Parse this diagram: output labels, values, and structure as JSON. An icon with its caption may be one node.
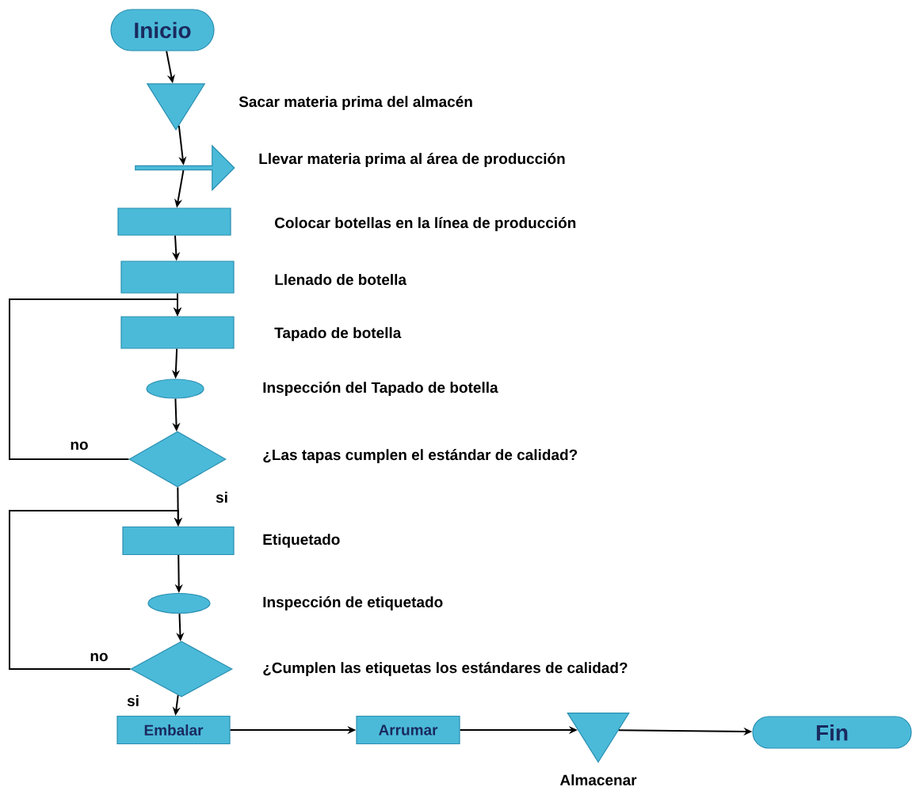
{
  "diagram": {
    "nodes": [
      {
        "text": [
          "Inicio"
        ]
      },
      {
        "text": [],
        "shape": "triangle",
        "beside": [
          "Sacar materia prima del almacén"
        ]
      },
      {
        "text": [],
        "shape": "arrow",
        "beside": [
          "Llevar materia prima al área de producción"
        ]
      },
      {
        "text": [],
        "shape": "box",
        "beside": [
          "Colocar botellas en la línea de producción"
        ]
      },
      {
        "text": [],
        "shape": "box",
        "beside": [
          "Llenado de botella"
        ]
      },
      {
        "text": [],
        "shape": "box",
        "beside": [
          "Tapado de botella"
        ]
      },
      {
        "text": [],
        "shape": "ellipse",
        "beside": [
          "Inspección del Tapado de botella"
        ]
      },
      {
        "text": [],
        "shape": "diamond",
        "beside": [
          "¿Las tapas cumplen el estándar de calidad?"
        ]
      },
      {
        "text": [],
        "shape": "box",
        "beside": [
          "Etiquetado"
        ]
      },
      {
        "text": [],
        "shape": "ellipse",
        "beside": [
          "Inspección de etiquetado"
        ]
      },
      {
        "text": [],
        "shape": "diamond",
        "beside": [
          "¿Cumplen las etiquetas los estándares de calidad?"
        ]
      },
      {
        "text": [
          "Embalar"
        ]
      },
      {
        "text": [
          "Arrumar"
        ]
      },
      {
        "text": [],
        "shape": "triangle",
        "beside": [
          "Almacenar"
        ]
      },
      {
        "text": [
          "Fin"
        ]
      }
    ],
    "edges": [
      {
        "from": 0,
        "to": 1,
        "arrow": "to"
      },
      {
        "from": 1,
        "to": 2,
        "arrow": "to"
      },
      {
        "from": 2,
        "to": 3,
        "arrow": "to"
      },
      {
        "from": 3,
        "to": 4,
        "arrow": "to"
      },
      {
        "from": 4,
        "to": 5,
        "arrow": "to"
      },
      {
        "from": 5,
        "to": 6,
        "arrow": "to"
      },
      {
        "from": 6,
        "to": 7,
        "arrow": "to"
      },
      {
        "from": 7,
        "to": 5,
        "arrow": "to",
        "label": "no"
      },
      {
        "from": 7,
        "to": 8,
        "arrow": "to",
        "label": "si"
      },
      {
        "from": 8,
        "to": 9,
        "arrow": "to"
      },
      {
        "from": 9,
        "to": 10,
        "arrow": "to"
      },
      {
        "from": 10,
        "to": 8,
        "arrow": "to",
        "label": "no"
      },
      {
        "from": 10,
        "to": 11,
        "arrow": "to",
        "label": "si"
      },
      {
        "from": 11,
        "to": 12,
        "arrow": "to"
      },
      {
        "from": 12,
        "to": 13,
        "arrow": "to"
      },
      {
        "from": 13,
        "to": 14,
        "arrow": "to"
      }
    ]
  }
}
